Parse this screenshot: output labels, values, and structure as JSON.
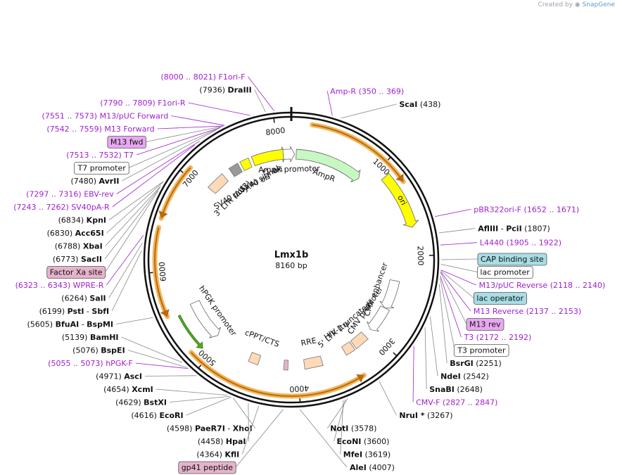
{
  "plasmid": {
    "name": "Lmx1b",
    "length_label": "8160 bp",
    "length": 8160
  },
  "credit": {
    "prefix": "Created by",
    "brand": "SnapGene"
  },
  "colors": {
    "primer": "#a020d0",
    "site": "#111111",
    "backbone": "#111111",
    "orange_arrow": "#f4b65a",
    "orange_fill": "#f0a030",
    "yellow": "#ffff00",
    "green": "#c7f7c2",
    "peach": "#ffd9b8",
    "pink_box": "#e6b3cc",
    "blue_box": "#a8dde6",
    "violet_box": "#e8a8f0"
  },
  "ticks": [
    {
      "bp": 1000,
      "label": "1000"
    },
    {
      "bp": 2000,
      "label": "2000"
    },
    {
      "bp": 3000,
      "label": "3000"
    },
    {
      "bp": 4000,
      "label": "4000"
    },
    {
      "bp": 5000,
      "label": "5000"
    },
    {
      "bp": 6000,
      "label": "6000"
    },
    {
      "bp": 7000,
      "label": "7000"
    },
    {
      "bp": 8000,
      "label": "8000"
    }
  ],
  "labels": [
    {
      "id": "f1ori-f",
      "kind": "primer",
      "bp": 8010,
      "parts": [
        {
          "t": "(8000 .. 8021)  F1ori-F",
          "c": "p"
        }
      ]
    },
    {
      "id": "drai",
      "kind": "site",
      "bp": 7936,
      "parts": [
        {
          "t": "(7936)  ",
          "c": "n"
        },
        {
          "t": "DraIII",
          "c": "b"
        }
      ]
    },
    {
      "id": "f1ori-r",
      "kind": "primer",
      "bp": 7800,
      "parts": [
        {
          "t": "(7790 .. 7809)  F1ori-R",
          "c": "p"
        }
      ]
    },
    {
      "id": "m13puc-fwd",
      "kind": "primer",
      "bp": 7562,
      "parts": [
        {
          "t": "(7551 .. 7573)  M13/pUC Forward",
          "c": "p"
        }
      ]
    },
    {
      "id": "m13-fwd-primer",
      "kind": "primer",
      "bp": 7550,
      "parts": [
        {
          "t": "(7542 .. 7559)  M13 Forward",
          "c": "p"
        }
      ]
    },
    {
      "id": "m13-fwd-box",
      "kind": "box",
      "bp": 7545,
      "box": "violet",
      "parts": [
        {
          "t": "M13 fwd",
          "c": "n"
        }
      ]
    },
    {
      "id": "t7-primer",
      "kind": "primer",
      "bp": 7522,
      "parts": [
        {
          "t": "(7513 .. 7532)  T7",
          "c": "p"
        }
      ]
    },
    {
      "id": "t7-promoter",
      "kind": "box",
      "bp": 7510,
      "box": "white",
      "parts": [
        {
          "t": "T7 promoter",
          "c": "n"
        }
      ]
    },
    {
      "id": "avrii",
      "kind": "site",
      "bp": 7480,
      "parts": [
        {
          "t": "(7480)  ",
          "c": "n"
        },
        {
          "t": "AvrII",
          "c": "b"
        }
      ]
    },
    {
      "id": "ebv-rev",
      "kind": "primer",
      "bp": 7306,
      "parts": [
        {
          "t": "(7297 .. 7316)  EBV-rev",
          "c": "p"
        }
      ]
    },
    {
      "id": "sv40pa-r",
      "kind": "primer",
      "bp": 7252,
      "parts": [
        {
          "t": "(7243 .. 7262)  SV40pA-R",
          "c": "p"
        }
      ]
    },
    {
      "id": "kpni",
      "kind": "site",
      "bp": 6834,
      "parts": [
        {
          "t": "(6834)  ",
          "c": "n"
        },
        {
          "t": "KpnI",
          "c": "b"
        }
      ]
    },
    {
      "id": "acc65i",
      "kind": "site",
      "bp": 6830,
      "parts": [
        {
          "t": "(6830)  ",
          "c": "n"
        },
        {
          "t": "Acc65I",
          "c": "b"
        }
      ]
    },
    {
      "id": "xbai",
      "kind": "site",
      "bp": 6788,
      "parts": [
        {
          "t": "(6788)  ",
          "c": "n"
        },
        {
          "t": "XbaI",
          "c": "b"
        }
      ]
    },
    {
      "id": "sacii",
      "kind": "site",
      "bp": 6773,
      "parts": [
        {
          "t": "(6773)  ",
          "c": "n"
        },
        {
          "t": "SacII",
          "c": "b"
        }
      ]
    },
    {
      "id": "factor-xa",
      "kind": "box",
      "bp": 6740,
      "box": "pink",
      "parts": [
        {
          "t": "Factor Xa site",
          "c": "n"
        }
      ]
    },
    {
      "id": "wpre-r",
      "kind": "primer",
      "bp": 6333,
      "parts": [
        {
          "t": "(6323 .. 6343)  WPRE-R",
          "c": "p"
        }
      ]
    },
    {
      "id": "sali",
      "kind": "site",
      "bp": 6264,
      "parts": [
        {
          "t": "(6264)  ",
          "c": "n"
        },
        {
          "t": "SalI",
          "c": "b"
        }
      ]
    },
    {
      "id": "psti",
      "kind": "site",
      "bp": 6199,
      "parts": [
        {
          "t": "(6199)  ",
          "c": "n"
        },
        {
          "t": "PstI",
          "c": "b"
        },
        {
          "t": "  -  ",
          "c": "n"
        },
        {
          "t": "SbfI",
          "c": "b"
        }
      ]
    },
    {
      "id": "bfuai",
      "kind": "site",
      "bp": 5605,
      "parts": [
        {
          "t": "(5605)  ",
          "c": "n"
        },
        {
          "t": "BfuAI",
          "c": "b"
        },
        {
          "t": "  -  ",
          "c": "n"
        },
        {
          "t": "BspMI",
          "c": "b"
        }
      ]
    },
    {
      "id": "bamhi",
      "kind": "site",
      "bp": 5139,
      "parts": [
        {
          "t": "(5139)  ",
          "c": "n"
        },
        {
          "t": "BamHI",
          "c": "b"
        }
      ]
    },
    {
      "id": "bspei",
      "kind": "site",
      "bp": 5076,
      "parts": [
        {
          "t": "(5076)  ",
          "c": "n"
        },
        {
          "t": "BspEI",
          "c": "b"
        }
      ]
    },
    {
      "id": "hpgk-f",
      "kind": "primer",
      "bp": 5064,
      "parts": [
        {
          "t": "(5055 .. 5073)  hPGK-F",
          "c": "p"
        }
      ]
    },
    {
      "id": "asci",
      "kind": "site",
      "bp": 4971,
      "parts": [
        {
          "t": "(4971)  ",
          "c": "n"
        },
        {
          "t": "AscI",
          "c": "b"
        }
      ]
    },
    {
      "id": "xcmi",
      "kind": "site",
      "bp": 4654,
      "parts": [
        {
          "t": "(4654)  ",
          "c": "n"
        },
        {
          "t": "XcmI",
          "c": "b"
        }
      ]
    },
    {
      "id": "bstxi",
      "kind": "site",
      "bp": 4629,
      "parts": [
        {
          "t": "(4629)  ",
          "c": "n"
        },
        {
          "t": "BstXI",
          "c": "b"
        }
      ]
    },
    {
      "id": "ecori",
      "kind": "site",
      "bp": 4616,
      "parts": [
        {
          "t": "(4616)  ",
          "c": "n"
        },
        {
          "t": "EcoRI",
          "c": "b"
        }
      ]
    },
    {
      "id": "paer7i",
      "kind": "site",
      "bp": 4598,
      "parts": [
        {
          "t": "(4598)  ",
          "c": "n"
        },
        {
          "t": "PaeR7I",
          "c": "b"
        },
        {
          "t": "  -  ",
          "c": "n"
        },
        {
          "t": "XhoI",
          "c": "b"
        }
      ]
    },
    {
      "id": "hpai",
      "kind": "site",
      "bp": 4458,
      "parts": [
        {
          "t": "(4458)  ",
          "c": "n"
        },
        {
          "t": "HpaI",
          "c": "b"
        }
      ]
    },
    {
      "id": "kfli",
      "kind": "site",
      "bp": 4364,
      "parts": [
        {
          "t": "(4364)  ",
          "c": "n"
        },
        {
          "t": "KflI",
          "c": "b"
        }
      ]
    },
    {
      "id": "gp41",
      "kind": "box",
      "bp": 4150,
      "box": "pink",
      "parts": [
        {
          "t": "gp41 peptide",
          "c": "n"
        }
      ]
    },
    {
      "id": "alei",
      "kind": "site",
      "bp": 4007,
      "parts": [
        {
          "t": "AleI",
          "c": "b"
        },
        {
          "t": "  (4007)",
          "c": "n"
        }
      ]
    },
    {
      "id": "mfei",
      "kind": "site",
      "bp": 3619,
      "parts": [
        {
          "t": "MfeI",
          "c": "b"
        },
        {
          "t": "  (3619)",
          "c": "n"
        }
      ]
    },
    {
      "id": "econi",
      "kind": "site",
      "bp": 3600,
      "parts": [
        {
          "t": "EcoNI",
          "c": "b"
        },
        {
          "t": "  (3600)",
          "c": "n"
        }
      ]
    },
    {
      "id": "noti",
      "kind": "site",
      "bp": 3578,
      "parts": [
        {
          "t": "NotI",
          "c": "b"
        },
        {
          "t": "  (3578)",
          "c": "n"
        }
      ]
    },
    {
      "id": "nrui",
      "kind": "site",
      "bp": 3267,
      "parts": [
        {
          "t": "NruI *",
          "c": "b"
        },
        {
          "t": "  (3267)",
          "c": "n"
        }
      ]
    },
    {
      "id": "cmv-f",
      "kind": "primer",
      "bp": 2837,
      "parts": [
        {
          "t": "CMV-F    (2827 .. 2847)",
          "c": "p"
        }
      ]
    },
    {
      "id": "snabi",
      "kind": "site",
      "bp": 2648,
      "parts": [
        {
          "t": "SnaBI",
          "c": "b"
        },
        {
          "t": "  (2648)",
          "c": "n"
        }
      ]
    },
    {
      "id": "ndei",
      "kind": "site",
      "bp": 2542,
      "parts": [
        {
          "t": "NdeI",
          "c": "b"
        },
        {
          "t": "  (2542)",
          "c": "n"
        }
      ]
    },
    {
      "id": "bsrgi",
      "kind": "site",
      "bp": 2251,
      "parts": [
        {
          "t": "BsrGI",
          "c": "b"
        },
        {
          "t": "  (2251)",
          "c": "n"
        }
      ]
    },
    {
      "id": "t3-promoter",
      "kind": "box",
      "bp": 2200,
      "box": "white",
      "parts": [
        {
          "t": "T3 promoter",
          "c": "n"
        }
      ]
    },
    {
      "id": "t3-primer",
      "kind": "primer",
      "bp": 2182,
      "parts": [
        {
          "t": "T3    (2172 .. 2192)",
          "c": "p"
        }
      ]
    },
    {
      "id": "m13-rev-box",
      "kind": "box",
      "bp": 2150,
      "box": "violet",
      "parts": [
        {
          "t": "M13 rev",
          "c": "n"
        }
      ]
    },
    {
      "id": "m13-reverse",
      "kind": "primer",
      "bp": 2145,
      "parts": [
        {
          "t": "M13 Reverse    (2137 .. 2153)",
          "c": "p"
        }
      ]
    },
    {
      "id": "lac-operator",
      "kind": "box",
      "bp": 2135,
      "box": "blue",
      "parts": [
        {
          "t": "lac operator",
          "c": "n"
        }
      ]
    },
    {
      "id": "m13puc-rev",
      "kind": "primer",
      "bp": 2129,
      "parts": [
        {
          "t": "M13/pUC Reverse    (2118 .. 2140)",
          "c": "p"
        }
      ]
    },
    {
      "id": "lac-promoter",
      "kind": "box",
      "bp": 2080,
      "box": "white",
      "parts": [
        {
          "t": "lac promoter",
          "c": "n"
        }
      ]
    },
    {
      "id": "cap-site",
      "kind": "box",
      "bp": 2040,
      "box": "blue",
      "parts": [
        {
          "t": "CAP binding site",
          "c": "n"
        }
      ]
    },
    {
      "id": "l4440",
      "kind": "primer",
      "bp": 1913,
      "parts": [
        {
          "t": "L4440    (1905 .. 1922)",
          "c": "p"
        }
      ]
    },
    {
      "id": "afliii",
      "kind": "site",
      "bp": 1807,
      "parts": [
        {
          "t": "AflIII",
          "c": "b"
        },
        {
          "t": "  -  ",
          "c": "n"
        },
        {
          "t": "PciI",
          "c": "b"
        },
        {
          "t": "    (1807)",
          "c": "n"
        }
      ]
    },
    {
      "id": "pbr322ori",
      "kind": "primer",
      "bp": 1661,
      "parts": [
        {
          "t": "pBR322ori-F    (1652 .. 1671)",
          "c": "p"
        }
      ]
    },
    {
      "id": "scai",
      "kind": "site",
      "bp": 438,
      "parts": [
        {
          "t": "ScaI",
          "c": "b"
        },
        {
          "t": "    (438)",
          "c": "n"
        }
      ]
    },
    {
      "id": "amp-r",
      "kind": "primer",
      "bp": 360,
      "parts": [
        {
          "t": "Amp-R    (350 .. 369)",
          "c": "p"
        }
      ]
    }
  ],
  "features": {
    "backbone_arrows": [
      {
        "id": "arc-a",
        "start": 200,
        "end": 1250,
        "dir": 1
      },
      {
        "id": "arc-b",
        "start": 3350,
        "end": 5150,
        "dir": -1
      },
      {
        "id": "arc-c",
        "start": 5560,
        "end": 6430,
        "dir": -1
      },
      {
        "id": "arc-d",
        "start": 6520,
        "end": 7080,
        "dir": -1
      }
    ],
    "inner_arrows": [
      {
        "id": "f1-ori",
        "label": "f1 ori",
        "start": 7680,
        "end": 8100,
        "dir": 1,
        "fill": "#ffff00",
        "ring": 1
      },
      {
        "id": "ampr-promoter",
        "label": "AmpR promoter",
        "start": 8060,
        "end": 40,
        "dir": 1,
        "fill": "#ffffff",
        "ring": 1
      },
      {
        "id": "ampr",
        "label": "AmpR",
        "start": 60,
        "end": 900,
        "dir": 1,
        "fill": "#c7f7c2",
        "ring": 1
      },
      {
        "id": "ori",
        "label": "ori",
        "start": 1100,
        "end": 1700,
        "dir": 1,
        "fill": "#ffff00",
        "ring": 0
      },
      {
        "id": "cmv-enhancer",
        "label": "CMV enhancer",
        "start": 2300,
        "end": 2660,
        "dir": 1,
        "fill": "#ffffff",
        "ring": 1
      },
      {
        "id": "cmv-promoter",
        "label": "CMV promoter",
        "start": 2660,
        "end": 2980,
        "dir": 1,
        "fill": "#ffffff",
        "ring": 1
      },
      {
        "id": "hpgk-promoter",
        "label": "hPGK promoter",
        "start": 5580,
        "end": 5080,
        "dir": -1,
        "fill": "#ffffff",
        "ring": 1
      },
      {
        "id": "hpgk-green",
        "label": "",
        "start": 5520,
        "end": 5100,
        "dir": -1,
        "fill": "#55aa22",
        "ring": 0
      }
    ],
    "inner_boxes": [
      {
        "id": "ltr-5",
        "label": "5' LTR (truncated)",
        "start": 3080,
        "end": 3260,
        "fill": "#ffd9b8"
      },
      {
        "id": "hiv-psi",
        "label": "HIV-1 ψ",
        "start": 3280,
        "end": 3400,
        "fill": "#ffd9b8"
      },
      {
        "id": "rre",
        "label": "RRE",
        "start": 3700,
        "end": 3920,
        "fill": "#ffd9b8"
      },
      {
        "id": "gp41-box",
        "label": "",
        "start": 4120,
        "end": 4170,
        "fill": "#e6b3cc"
      },
      {
        "id": "cppt",
        "label": "cPPT/CTS",
        "start": 4480,
        "end": 4600,
        "fill": "#ffd9b8"
      },
      {
        "id": "ltr-3",
        "label": "3' LTR (ΔU3)",
        "start": 7050,
        "end": 7280,
        "fill": "#ffd9b8"
      },
      {
        "id": "sv40-polya",
        "label": "SV40 poly(A) signal",
        "start": 7380,
        "end": 7500,
        "fill": "#999999"
      },
      {
        "id": "sv40-ori",
        "label": "SV40 ori",
        "start": 7530,
        "end": 7640,
        "fill": "#ffff00"
      }
    ]
  }
}
